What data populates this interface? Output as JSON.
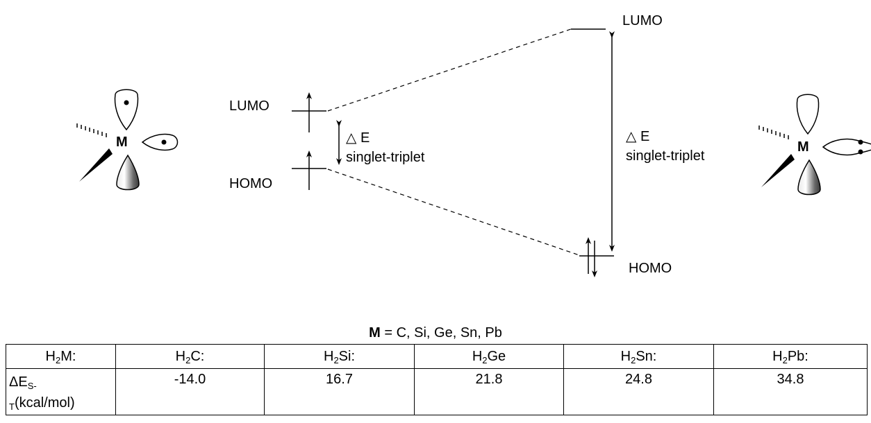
{
  "diagram": {
    "left_center_atom": "M",
    "right_center_atom": "M",
    "triplet_levels": {
      "upper": "LUMO",
      "lower": "HOMO"
    },
    "triplet_gap": {
      "symbol": "△ E",
      "text": "singlet-triplet"
    },
    "singlet_levels": {
      "upper": "LUMO",
      "lower": "HOMO"
    },
    "singlet_gap": {
      "symbol": "△ E",
      "text": "singlet-triplet"
    }
  },
  "caption": {
    "bold": "M",
    "rest": " = C, Si, Ge, Sn, Pb"
  },
  "table": {
    "header": [
      {
        "main": "H",
        "sub": "2",
        "tail": "M:"
      },
      {
        "main": "H",
        "sub": "2",
        "tail": "C:"
      },
      {
        "main": "H",
        "sub": "2",
        "tail": "Si:"
      },
      {
        "main": "H",
        "sub": "2",
        "tail": "Ge"
      },
      {
        "main": "H",
        "sub": "2",
        "tail": "Sn:"
      },
      {
        "main": "H",
        "sub": "2",
        "tail": "Pb:"
      }
    ],
    "row_label": {
      "main": "ΔE",
      "sub": "S-",
      "line2_sub": "T",
      "line2": "(kcal/mol)"
    },
    "values": [
      "-14.0",
      "16.7",
      "21.8",
      "24.8",
      "34.8"
    ]
  }
}
